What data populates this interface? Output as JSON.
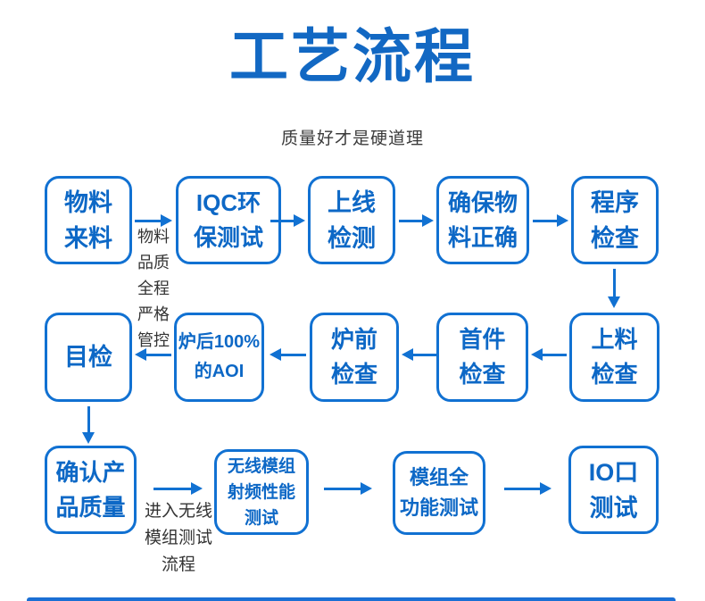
{
  "header": {
    "title": "工艺流程",
    "subtitle": "质量好才是硬道理"
  },
  "colors": {
    "title_blue": "#1268c3",
    "box_border_blue": "#1171d2",
    "box_text_blue": "#0d68c6",
    "note_gray": "#333333",
    "bottom_bar_blue": "#1a6fd4"
  },
  "rows": [
    {
      "name": "top-row",
      "direction": "right",
      "nodes": [
        {
          "id": "material-incoming",
          "lines": [
            "物料",
            "来料"
          ]
        },
        {
          "id": "iqc-rohs-test",
          "lines": [
            "IQC环",
            "保测试"
          ]
        },
        {
          "id": "online-inspection",
          "lines": [
            "上线",
            "检测"
          ]
        },
        {
          "id": "ensure-correct-material",
          "lines": [
            "确保物",
            "料正确"
          ]
        },
        {
          "id": "program-check",
          "lines": [
            "程序",
            "检查"
          ]
        }
      ]
    },
    {
      "name": "middle-row",
      "direction": "left",
      "nodes": [
        {
          "id": "visual-inspection",
          "lines": [
            "目检"
          ]
        },
        {
          "id": "post-reflow-aoi",
          "lines": [
            "炉后100%",
            "的AOI"
          ]
        },
        {
          "id": "pre-reflow-check",
          "lines": [
            "炉前",
            "检查"
          ]
        },
        {
          "id": "first-article-check",
          "lines": [
            "首件",
            "检查"
          ]
        },
        {
          "id": "loading-check",
          "lines": [
            "上料",
            "检查"
          ]
        }
      ]
    },
    {
      "name": "bottom-row",
      "direction": "right",
      "nodes": [
        {
          "id": "confirm-product-quality",
          "lines": [
            "确认产",
            "品质量"
          ]
        },
        {
          "id": "wireless-rf-test",
          "lines": [
            "无线模组",
            "射频性能",
            "测试"
          ]
        },
        {
          "id": "module-full-function-test",
          "lines": [
            "模组全",
            "功能测试"
          ]
        },
        {
          "id": "io-port-test",
          "lines": [
            "IO口",
            "测试"
          ]
        }
      ]
    }
  ],
  "annotations": {
    "material_quality": {
      "lines": [
        "物料",
        "品质",
        "全程",
        "严格",
        "管控"
      ]
    },
    "wireless_flow": {
      "lines": [
        "进入无线",
        "模组测试",
        "流程"
      ]
    }
  }
}
